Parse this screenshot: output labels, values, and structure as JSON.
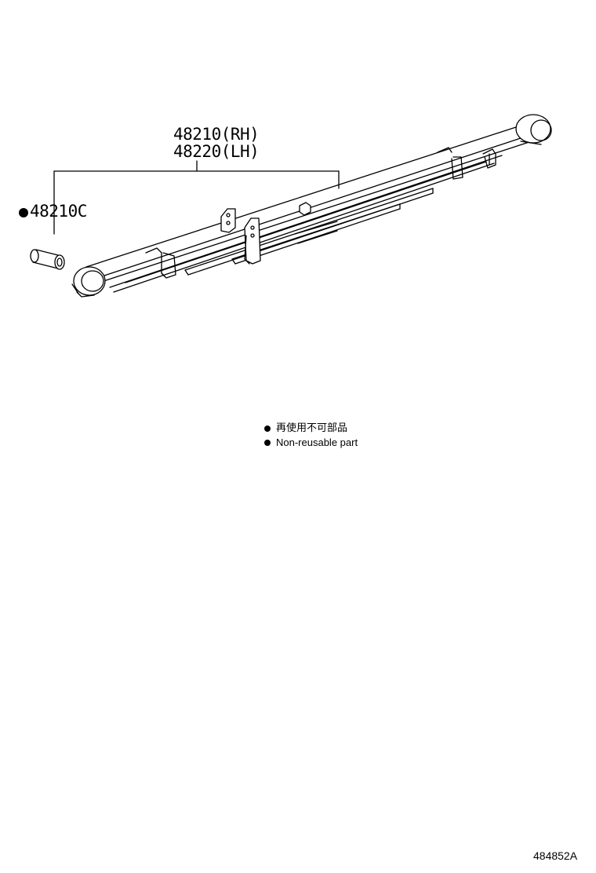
{
  "callouts": {
    "spring_rh": "48210(RH)",
    "spring_lh": "48220(LH)",
    "bushing": "48210C"
  },
  "legend": {
    "japanese": "再使用不可部品",
    "english": "Non-reusable part"
  },
  "illustration_code": "484852A"
}
